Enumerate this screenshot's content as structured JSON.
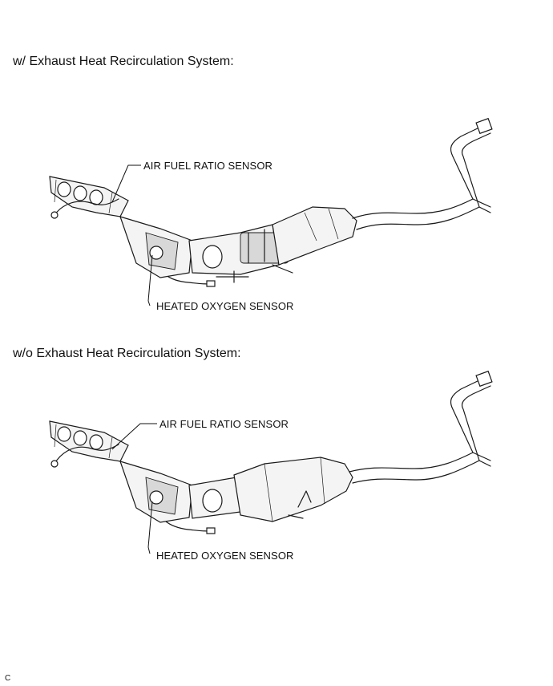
{
  "sections": [
    {
      "heading": "w/ Exhaust Heat Recirculation System:",
      "callouts": {
        "air_fuel": "AIR FUEL RATIO SENSOR",
        "heated_oxygen": "HEATED OXYGEN SENSOR"
      }
    },
    {
      "heading": "w/o Exhaust Heat Recirculation System:",
      "callouts": {
        "air_fuel": "AIR FUEL RATIO SENSOR",
        "heated_oxygen": "HEATED OXYGEN SENSOR"
      }
    }
  ],
  "corner_mark": "C"
}
